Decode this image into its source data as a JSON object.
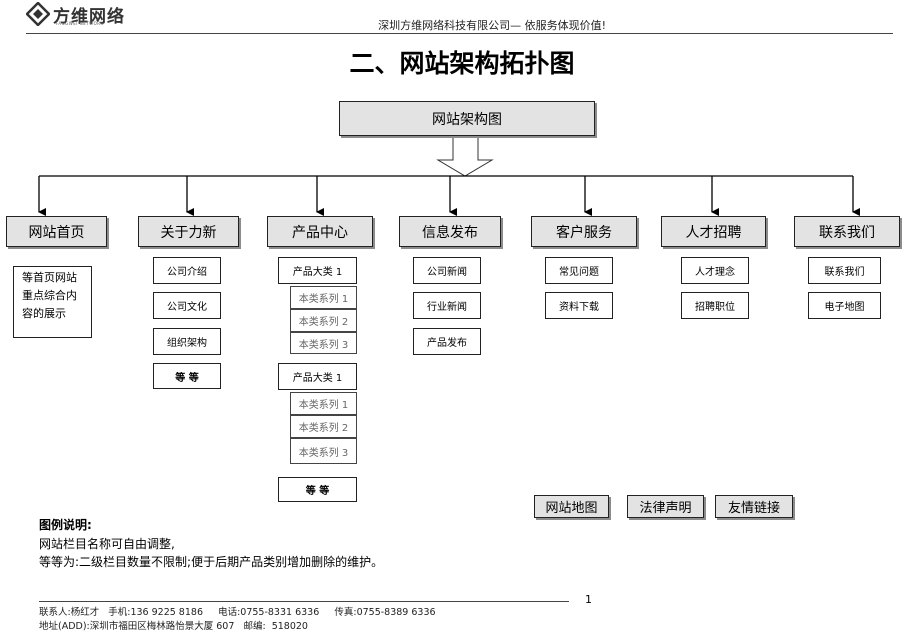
{
  "header": {
    "logo_text": "方维网络",
    "logo_tagline": "FANGWEI NETWORK",
    "company_slogan": "深圳方维网络科技有限公司— 依服务体现价值!"
  },
  "title": "二、网站架构拓扑图",
  "root": "网站架构图",
  "columns": [
    {
      "label": "网站首页",
      "note": "等首页网站重点综合内容的展示"
    },
    {
      "label": "关于力新",
      "items": [
        "公司介绍",
        "公司文化",
        "组织架构",
        "等  等"
      ]
    },
    {
      "label": "产品中心",
      "groups": [
        {
          "label": "产品大类 1",
          "subs": [
            "本类系列 1",
            "本类系列 2",
            "本类系列 3"
          ]
        },
        {
          "label": "产品大类 1",
          "subs": [
            "本类系列 1",
            "本类系列 2",
            "本类系列 3"
          ]
        }
      ],
      "more": "等  等"
    },
    {
      "label": "信息发布",
      "items": [
        "公司新闻",
        "行业新闻",
        "产品发布"
      ]
    },
    {
      "label": "客户服务",
      "items": [
        "常见问题",
        "资料下载"
      ]
    },
    {
      "label": "人才招聘",
      "items": [
        "人才理念",
        "招聘职位"
      ]
    },
    {
      "label": "联系我们",
      "items": [
        "联系我们",
        "电子地图"
      ]
    }
  ],
  "footer_links": [
    "网站地图",
    "法律声明",
    "友情链接"
  ],
  "legend": {
    "title": "图例说明:",
    "line1": "网站栏目名称可自由调整,",
    "line2": "等等为:二级栏目数量不限制;便于后期产品类别增加删除的维护。"
  },
  "page_number": "1",
  "contact": {
    "line1": "联系人:杨红才   手机:136 9225 8186     电话:0755-8331 6336     传真:0755-8389 6336",
    "line2": "地址(ADD):深圳市福田区梅林路怡景大厦 607   邮编:  518020"
  }
}
